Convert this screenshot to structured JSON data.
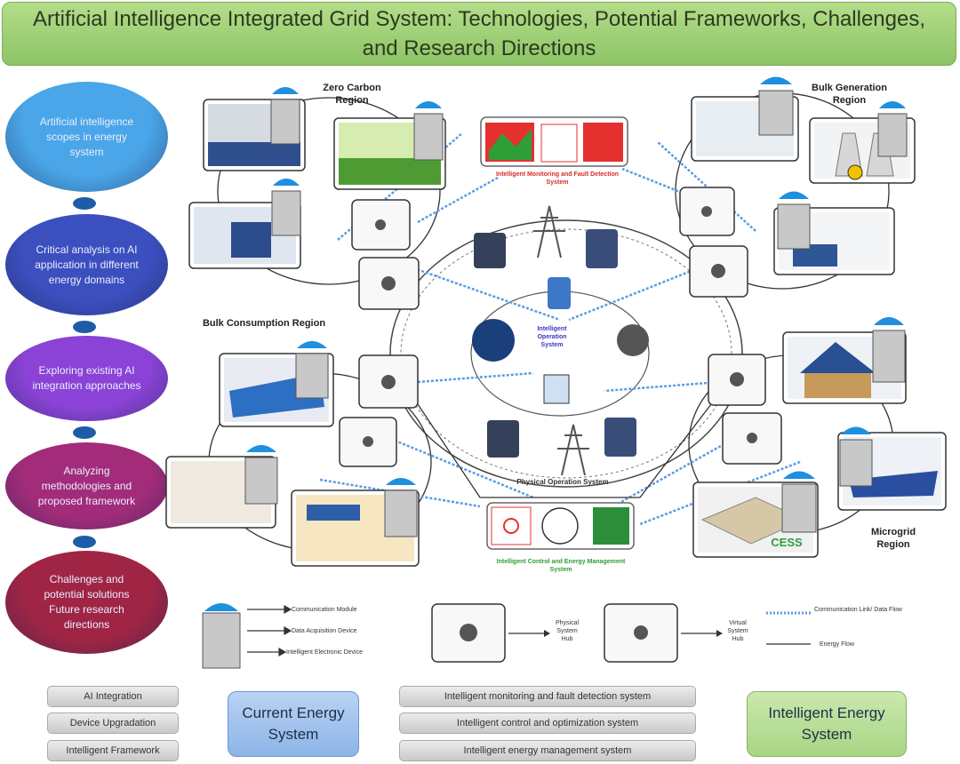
{
  "title": "Artificial Intelligence Integrated Grid System: Technologies, Potential Frameworks, Challenges, and Research Directions",
  "steps": [
    {
      "label": "Artificial intelligence scopes in energy system",
      "color": "#4aa6e8"
    },
    {
      "label": "Critical analysis on AI application in different energy domains",
      "color": "#3b4fbf"
    },
    {
      "label": "Exploring existing AI integration approaches",
      "color": "#8a43d6"
    },
    {
      "label": "Analyzing methodologies and proposed framework",
      "color": "#a32c7a"
    },
    {
      "label": "Challenges and potential solutions Future research directions",
      "color": "#a02545"
    }
  ],
  "regions": {
    "zero_carbon": "Zero Carbon Region",
    "bulk_generation": "Bulk Generation Region",
    "bulk_consumption": "Bulk Consumption Region",
    "microgrid": "Microgrid Region",
    "cess": "CESS"
  },
  "systems": {
    "monitoring": "Intelligent Monitoring and Fault Detection System",
    "operation": "Intelligent Operation System",
    "physical": "Physical Operation System",
    "control": "Intelligent Control and Energy Management System"
  },
  "legend": {
    "communication_module": "Communication Module",
    "data_acquisition": "Data Acquisition Device",
    "intelligent_device": "Intelligent Electronic Device",
    "physical_hub": "Physical System Hub",
    "virtual_hub": "Virtual System Hub",
    "comm_link": "Communication Link/ Data Flow",
    "energy_flow": "Energy Flow"
  },
  "bottom": {
    "inputs": [
      "AI Integration",
      "Device Upgradation",
      "Intelligent Framework"
    ],
    "current": "Current Energy System",
    "outputs": [
      "Intelligent monitoring and fault detection system",
      "Intelligent control and optimization system",
      "Intelligent energy management system"
    ],
    "target": "Intelligent Energy System"
  }
}
